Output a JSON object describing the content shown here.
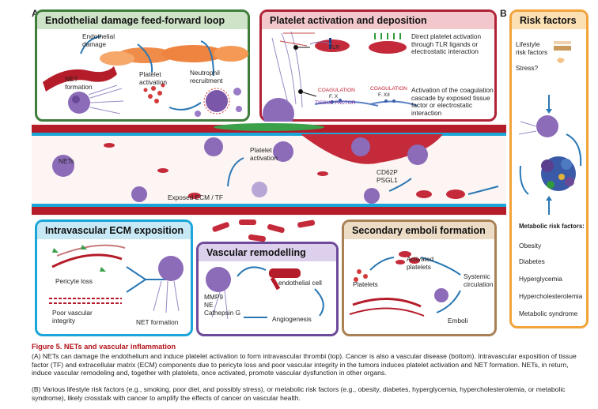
{
  "panel_letters": {
    "a": "A",
    "b": "B"
  },
  "panels": {
    "feedforward": {
      "title": "Endothelial damage feed-forward loop",
      "endothelial_damage": "Endothelial\ndamage",
      "net_formation": "NET\nformation",
      "platelet_activation": "Platelet\nactivation",
      "neutrophil_recruitment": "Neutrophil\nrecruitment"
    },
    "platelet": {
      "title": "Platelet activation and deposition",
      "tlr": "TLR",
      "direct": "Direct platelet activation\nthrough TLR ligands or\nelectrostatic interaction",
      "coag1": "COAGULATION",
      "fx": "F. X",
      "tissue_factor": "TISSUE FACTOR",
      "coag2": "COAGULATION",
      "fxii": "F. XII",
      "activation_coag": "Activation of the coagulation\ncascade by exposed tissue\nfactor or electrostatic\ninteraction"
    },
    "vessel": {
      "nets": "NETs",
      "platelet_activation": "Platelet\nactivation",
      "cd62p": "CD62P",
      "psgl1": "PSGL1",
      "exposed": "Exposed ECM / TF"
    },
    "ecm": {
      "title": "Intravascular ECM exposition",
      "pericyte_loss": "Pericyte loss",
      "poor_vascular": "Poor vascular\nintegrity",
      "net_formation": "NET formation"
    },
    "remodelling": {
      "title": "Vascular remodelling",
      "endothelial_cell": "endothelial cell",
      "mmp9": "MMP9",
      "ne": "NE",
      "cathepsin": "Cathepsin G",
      "angiogenesis": "Angiogenesis"
    },
    "emboli": {
      "title": "Secondary emboli formation",
      "platelets": "Platelets",
      "activated": "Activated\nplatelets",
      "systemic": "Systemic\ncirculation",
      "emboli": "Emboli"
    },
    "risk": {
      "title": "Risk factors",
      "lifestyle": "Lifestyle\nrisk factors",
      "stress": "Stress?",
      "metabolic_title": "Metabolic risk factors:",
      "items": [
        "Obesity",
        "Diabetes",
        "Hyperglycemia",
        "Hypercholesterolemia",
        "Metabolic syndrome"
      ]
    }
  },
  "caption": {
    "title": "Figure 5.  NETs and vascular inflammation",
    "line_a": "(A) NETs can damage the endothelium and induce platelet activation to form intravascular thrombi (top). Cancer is also a vascular disease (bottom). Intravascular exposition of tissue factor (TF) and extracellular matrix (ECM) components due to pericyte loss and poor vascular integrity in the tumors induces platelet activation and NET formation. NETs, in return, induce vascular remodeling and, together with platelets, once activated, promote vascular dysfunction in other organs.",
    "line_b": "(B) Various lifestyle risk factors (e.g., smoking, poor diet, and possibly stress), or metabolic risk factors (e.g., obesity, diabetes, hyperglycemia, hypercholesterolemia, or metabolic syndrome), likely crosstalk with cancer to amplify the effects of cancer on vascular health."
  },
  "colors": {
    "green": "#3e7d3a",
    "red": "#b02236",
    "cyan": "#1aa6d8",
    "purple": "#6d4a9a",
    "brown": "#a98155",
    "orange": "#f2a33a",
    "blood_red": "#b51c2a",
    "arrow_blue": "#2a78b4"
  }
}
